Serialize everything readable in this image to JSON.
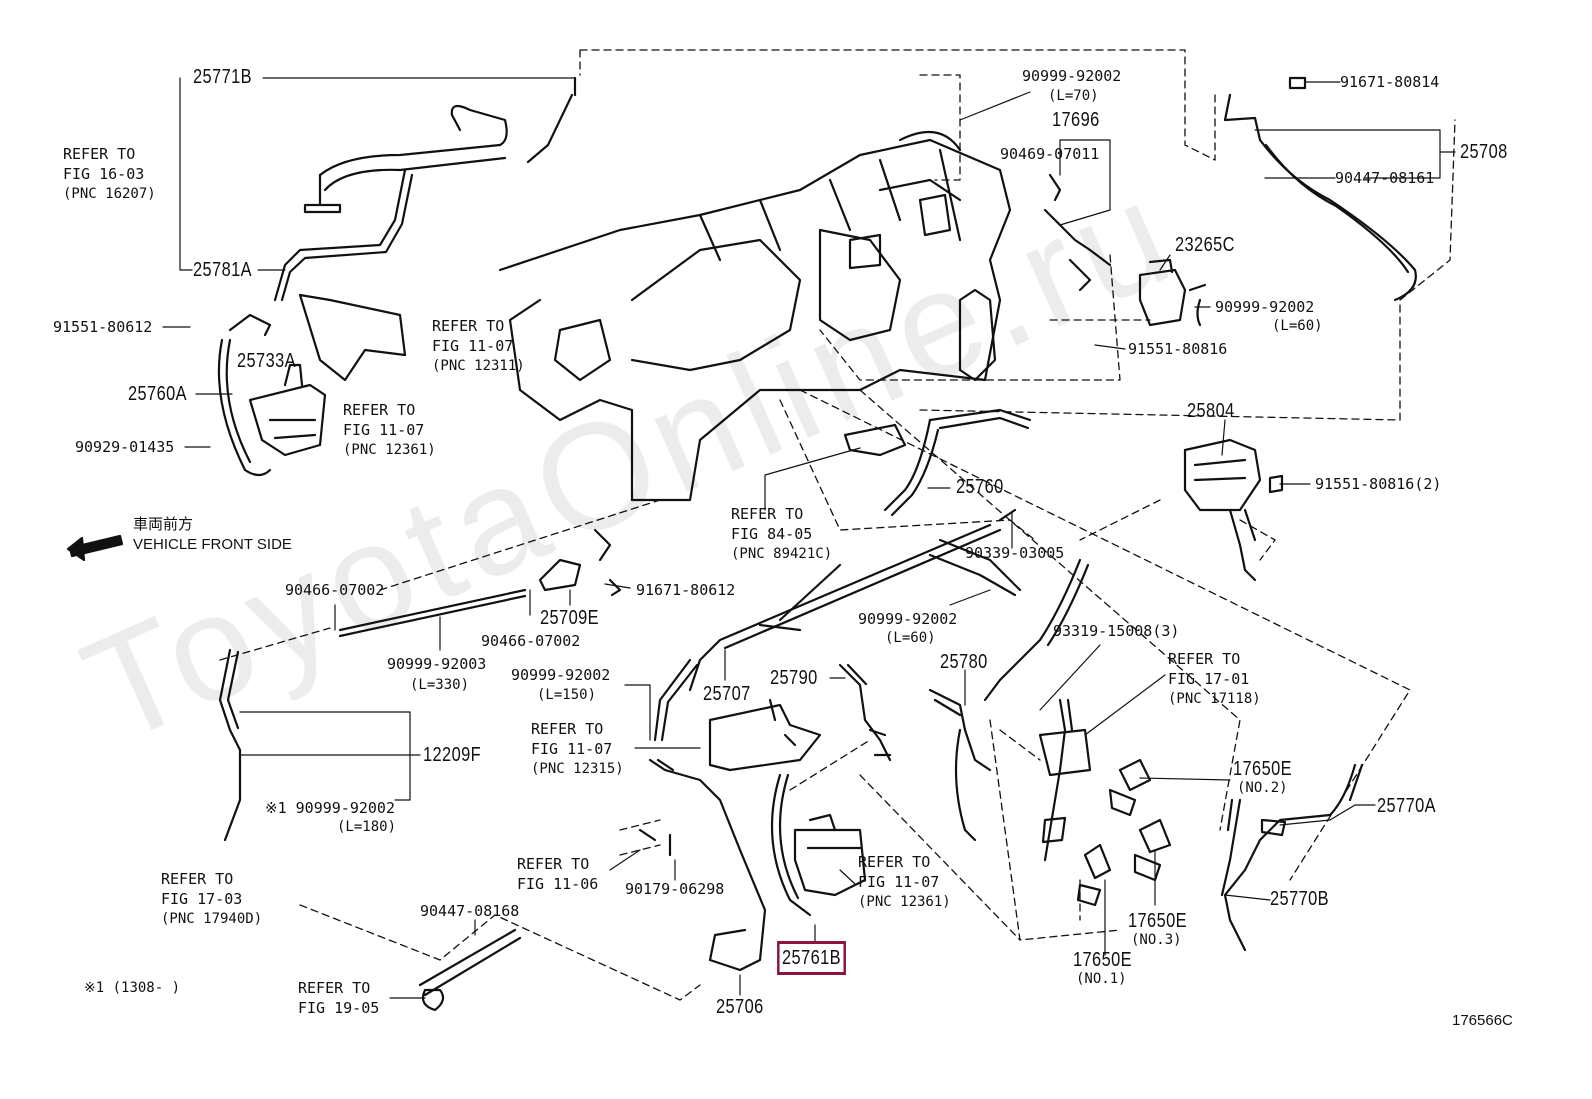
{
  "watermark": "ToyotaOnline.ru",
  "figure_code": "176566C",
  "footnote": "※1 (1308-      )",
  "front_side": {
    "jp": "車両前方",
    "en": "VEHICLE FRONT SIDE"
  },
  "highlight_color": "#8a1538",
  "labels": {
    "p25771B": "25771B",
    "ref16_a": "REFER TO",
    "ref16_b": "FIG 16-03",
    "ref16_c": "(PNC 16207)",
    "p25781A": "25781A",
    "p91551_80612": "91551-80612",
    "p25733A": "25733A",
    "ref1107a_a": "REFER TO",
    "ref1107a_b": "FIG 11-07",
    "ref1107a_c": "(PNC 12311)",
    "p25760A": "25760A",
    "ref1107b_a": "REFER TO",
    "ref1107b_b": "FIG 11-07",
    "ref1107b_c": "(PNC 12361)",
    "p90929_01435": "90929-01435",
    "p90999_92002_top": "90999-92002",
    "l70": "(L=70)",
    "p17696": "17696",
    "p90469_07011": "90469-07011",
    "p91671_80814": "91671-80814",
    "p25708": "25708",
    "p90447_08161": "90447-08161",
    "p23265C": "23265C",
    "p90999_92002_r": "90999-92002",
    "l60a": "(L=60)",
    "p91551_80816": "91551-80816",
    "p25804": "25804",
    "p91551_80816_2": "91551-80816(2)",
    "ref8405_a": "REFER TO",
    "ref8405_b": "FIG 84-05",
    "ref8405_c": "(PNC 89421C)",
    "p25760": "25760",
    "p90339_03005": "90339-03005",
    "p90466_07002a": "90466-07002",
    "p25709E": "25709E",
    "p91671_80612": "91671-80612",
    "p90466_07002b": "90466-07002",
    "p90999_92003": "90999-92003",
    "l330": "(L=330)",
    "p90999_92002_m": "90999-92002",
    "l60b": "(L=60)",
    "p93319_15008": "93319-15008(3)",
    "p90999_92002_l": "90999-92002",
    "l150": "(L=150)",
    "p25707": "25707",
    "p25790": "25790",
    "p25780": "25780",
    "ref1701_a": "REFER TO",
    "ref1701_b": "FIG 17-01",
    "ref1701_c": "(PNC 17118)",
    "ref1107c_a": "REFER TO",
    "ref1107c_b": "FIG 11-07",
    "ref1107c_c": "(PNC 12315)",
    "p12209F": "12209F",
    "p90999_92002_star": "※1 90999-92002",
    "l180": "(L=180)",
    "p17650E_2": "17650E",
    "no2": "(NO.2)",
    "p25770A": "25770A",
    "ref1106_a": "REFER TO",
    "ref1106_b": "FIG 11-06",
    "p90179_06298": "90179-06298",
    "ref1107d_a": "REFER TO",
    "ref1107d_b": "FIG 11-07",
    "ref1107d_c": "(PNC 12361)",
    "p25770B": "25770B",
    "p17650E_3": "17650E",
    "no3": "(NO.3)",
    "ref1703_a": "REFER TO",
    "ref1703_b": "FIG 17-03",
    "ref1703_c": "(PNC 17940D)",
    "p90447_08168": "90447-08168",
    "p25761B": "25761B",
    "p17650E_1": "17650E",
    "no1": "(NO.1)",
    "ref1905_a": "REFER TO",
    "ref1905_b": "FIG 19-05",
    "p25706": "25706"
  }
}
